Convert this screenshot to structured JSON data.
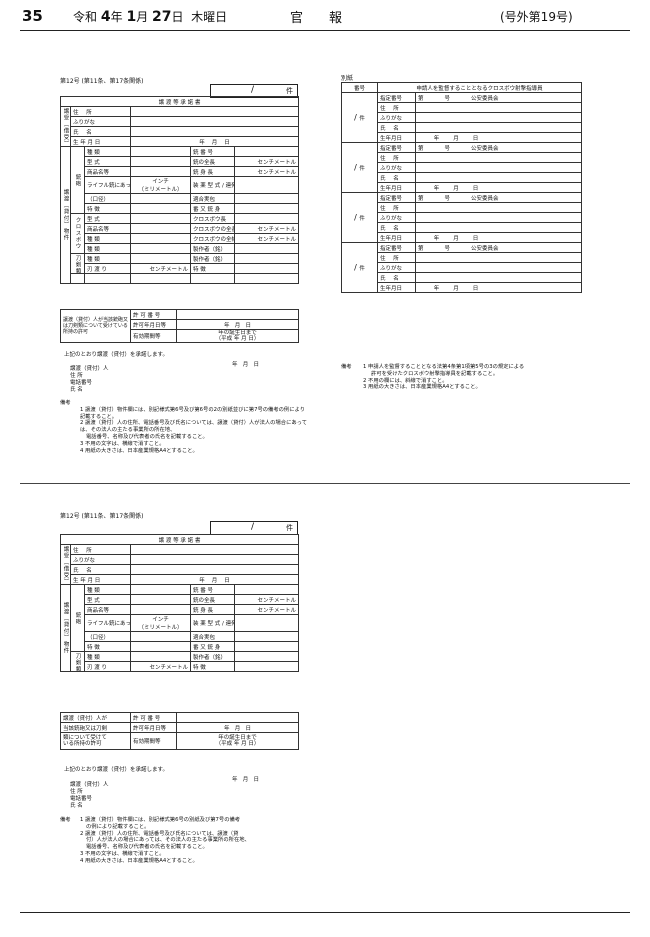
{
  "header": {
    "page_number": "35",
    "date_prefix": "令和",
    "era_year": "4",
    "year_unit": "年",
    "month": "1",
    "month_unit": "月",
    "day": "27",
    "day_unit": "日",
    "weekday": "木曜日",
    "gazette_name": "官報",
    "issue": "(号外第19号)"
  },
  "form_a": {
    "caption": "第12号 (第11条、第17条関係)",
    "count_mark": "/",
    "count_label": "件",
    "title": "譲 渡 等 承 諾 書",
    "side_seller": "譲受（借受）人",
    "side_item": "譲渡（貸付）物件",
    "addr": "住 所",
    "kana": "ふりがな",
    "name": "氏 名",
    "birth": "生 年 月 日",
    "year": "年",
    "month": "月",
    "day": "日",
    "gun": "銃砲",
    "xbow": "クロスボウ",
    "sword": "刀剣類",
    "type": "種 類",
    "model": "型 式",
    "product": "商品名等",
    "spec_a": "ライフル銃にあっては",
    "spec_b": "（口径）",
    "spec_c": "インチ",
    "spec_d": "（ミリメートル）",
    "serial": "銃 番 号",
    "gun_len": "銃の全長",
    "barrel_len": "銃 身 長",
    "mech": "装 薬 型 式 / 連発式 / 自動式",
    "magazine": "適合実包",
    "bore": "番 又 銃 身",
    "sp_mark": "特 徴",
    "xbow_length": "クロスボウ長",
    "xbow_width": "クロスボウの全長",
    "xbow_draw": "クロスボウの全幅",
    "mfr": "製作者（銘）",
    "blade": "刃 渡 り",
    "feature": "特 徴",
    "cm": "センチメートル",
    "permit_label": "譲渡（貸付）人が当該銃砲又は刀剣類について受けている所持の許可",
    "permit_no": "許 可 番 号",
    "permit_date": "許可年月日等",
    "valid": "有効期間等",
    "valid_text": "年の誕生日まで",
    "valid_text2": "（平成 年 月 日）",
    "consent_text": "上記のとおり譲渡（貸付）を承諾します。",
    "sign_role": "譲渡（貸付）人",
    "sign_addr": "住 所",
    "sign_phone": "電話番号",
    "sign_name": "氏 名",
    "notes_label": "備考",
    "notes": [
      "1 譲渡（貸付）物件欄には、別記様式第6号及び第6号の2の別紙並びに第7号の備考の例により記載すること。",
      "2 譲渡（貸付）人の住所、電話番号及び氏名については、譲渡（貸付）人が法人の場合にあっては、その法人の主たる事業所の所在地、",
      "電話番号、名称及び代表者の氏名を記載すること。",
      "3 不用の文字は、横線で消すこと。",
      "4 用紙の大きさは、日本産業規格A4とすること。"
    ]
  },
  "form_b": {
    "caption": "別紙",
    "col_order": "番号",
    "col_title": "申請人を監督することとなるクロスボウ射撃指導員",
    "designation": "指定番号",
    "first": "第",
    "number": "号",
    "commission": "公安委員会",
    "addr": "住 所",
    "kana": "ふりがな",
    "name": "氏 名",
    "birth": "生年月日",
    "year": "年",
    "month": "月",
    "day": "日",
    "count_mark": "/",
    "count_label": "件",
    "notes_label": "備考",
    "notes": [
      "1 申請人を監督することとなる法第4条第1項第5号の3の規定による",
      "許可を受けたクロスボウ射撃指導員を記載すること。",
      "2 不用の欄には、斜線で消すこと。",
      "3 用紙の大きさは、日本産業規格A4とすること。"
    ]
  },
  "form_c": {
    "caption": "第12号 (第11条、第17条関係)",
    "count_mark": "/",
    "count_label": "件",
    "title": "譲 渡 等 承 諾 書",
    "permit_label_1": "譲渡（貸付）人が",
    "permit_label_2": "当該銃砲又は刀剣",
    "permit_label_3": "類について受けて",
    "permit_label_4": "いる所持の許可",
    "valid_text": "年の誕生日まで",
    "valid_text2": "（平成 年 月 日）",
    "sign_role": "譲渡（貸付）人",
    "sign_addr": "住 所",
    "sign_phone": "電話番号",
    "sign_name": "氏 名",
    "notes_label": "備考",
    "notes": [
      "1 譲渡（貸付）物件欄には、別記様式第6号の別紙及び第7号の備考",
      "の例により記載すること。",
      "2 譲渡（貸付）人の住所、電話番号及び氏名については、譲渡（貸",
      "付）人が法人の場合にあっては、その法人の主たる事業所の所在地、",
      "電話番号、名称及び代表者の氏名を記載すること。",
      "3 不用の文字は、横線で消すこと。",
      "4 用紙の大きさは、日本産業規格A4とすること。"
    ]
  }
}
